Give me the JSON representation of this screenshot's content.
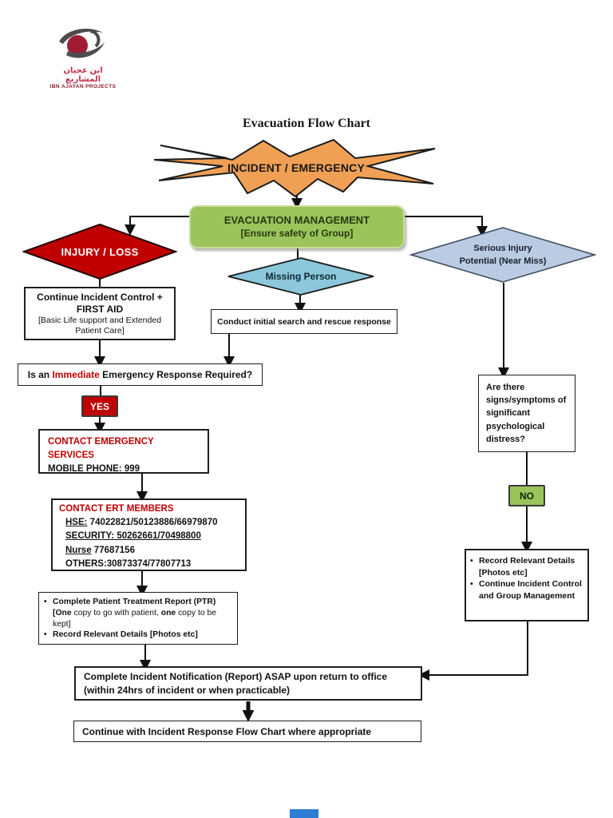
{
  "page": {
    "logo": {
      "arabic": "ابن عجيان المشاريع",
      "name": "IBN AJAYAN PROJECTS"
    },
    "title": "Evacuation Flow Chart"
  },
  "flowchart": {
    "incident": "INCIDENT / EMERGENCY",
    "evacuation": {
      "title": "EVACUATION MANAGEMENT",
      "subtitle": "[Ensure safety of Group]"
    },
    "injury_loss": "INJURY / LOSS",
    "missing_person": "Missing Person",
    "serious_injury": {
      "line1": "Serious Injury",
      "line2": "Potential (Near Miss)"
    },
    "first_aid": {
      "line1": "Continue Incident Control +",
      "line2": "FIRST AID",
      "line3": "[Basic Life support and Extended Patient Care]"
    },
    "conduct_search": "Conduct initial search and rescue response",
    "question": {
      "pre": "Is an ",
      "highlight": "Immediate",
      "post": " Emergency Response Required?"
    },
    "yes_label": "YES",
    "no_label": "NO",
    "contact_emergency": {
      "title": "CONTACT EMERGENCY SERVICES",
      "phone_label": "MOBILE PHONE: ",
      "phone_number": "999"
    },
    "contact_ert": {
      "title": "CONTACT ERT MEMBERS",
      "hse_label": "HSE:",
      "hse_numbers": " 74022821/50123886/66979870",
      "security_line": "SECURITY: 50262661/70498800",
      "nurse_label": "Nurse",
      "nurse_number": " 77687156",
      "others_line": "OTHERS:30873374/77807713"
    },
    "ptr": {
      "bullet1_bold1": "Complete Patient Treatment Report (PTR) [One",
      "bullet1_normal1": " copy to go with patient, ",
      "bullet1_bold2": "one",
      "bullet1_normal2": " copy to be kept]",
      "bullet2": "Record Relevant Details [Photos etc]"
    },
    "psych_question": {
      "lines": [
        "Are there",
        "signs/symptoms of",
        "significant",
        "psychological",
        "distress?"
      ]
    },
    "record_details": {
      "bullet1": "Record Relevant Details [Photos etc]",
      "bullet2": "Continue Incident Control and Group Management"
    },
    "complete_incident": {
      "line1": "Complete Incident Notification (Report) ASAP upon return to office",
      "line2": "(within 24hrs of incident or when practicable)"
    },
    "continue_flow": "Continue with Incident Response Flow Chart where appropriate"
  },
  "colors": {
    "starburst_orange": "#F0A055",
    "alert_red": "#C00000",
    "action_green": "#9BC45B",
    "missing_blue": "#8CC7DB",
    "serious_blue": "#BACBE3",
    "loader_blue": "#2E7CD6"
  }
}
